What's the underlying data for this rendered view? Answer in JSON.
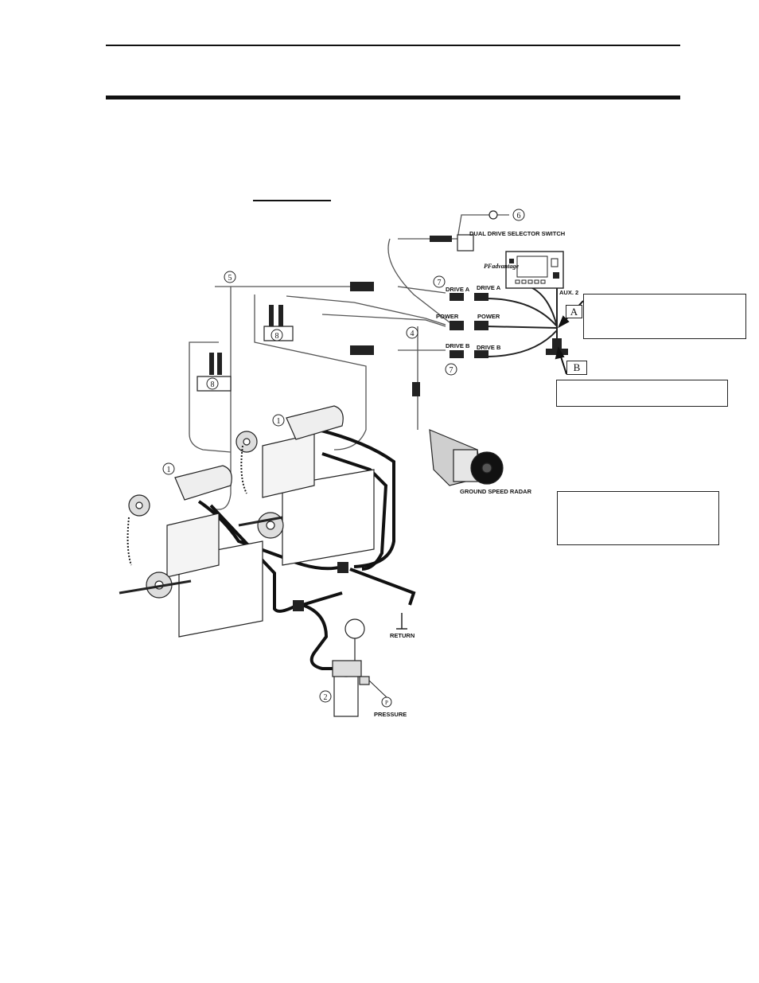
{
  "labels": {
    "dual_drive_selector_switch": "DUAL DRIVE SELECTOR SWITCH",
    "console_brand": "PFadvantage",
    "drive_a_left": "DRIVE A",
    "drive_a_right": "DRIVE A",
    "aux2": "AUX. 2",
    "power_left": "POWER",
    "power_right": "POWER",
    "drive_b_left": "DRIVE B",
    "drive_b_right": "DRIVE B",
    "ground_speed_radar": "GROUND SPEED RADAR",
    "return": "RETURN",
    "pressure": "PRESSURE",
    "pressure_port": "P"
  },
  "callouts": {
    "1a": "1",
    "1b": "1",
    "2": "2",
    "4": "4",
    "5": "5",
    "6": "6",
    "7a": "7",
    "7b": "7",
    "8a": "8",
    "8b": "8"
  },
  "markers": {
    "a": "A",
    "b": "B"
  }
}
